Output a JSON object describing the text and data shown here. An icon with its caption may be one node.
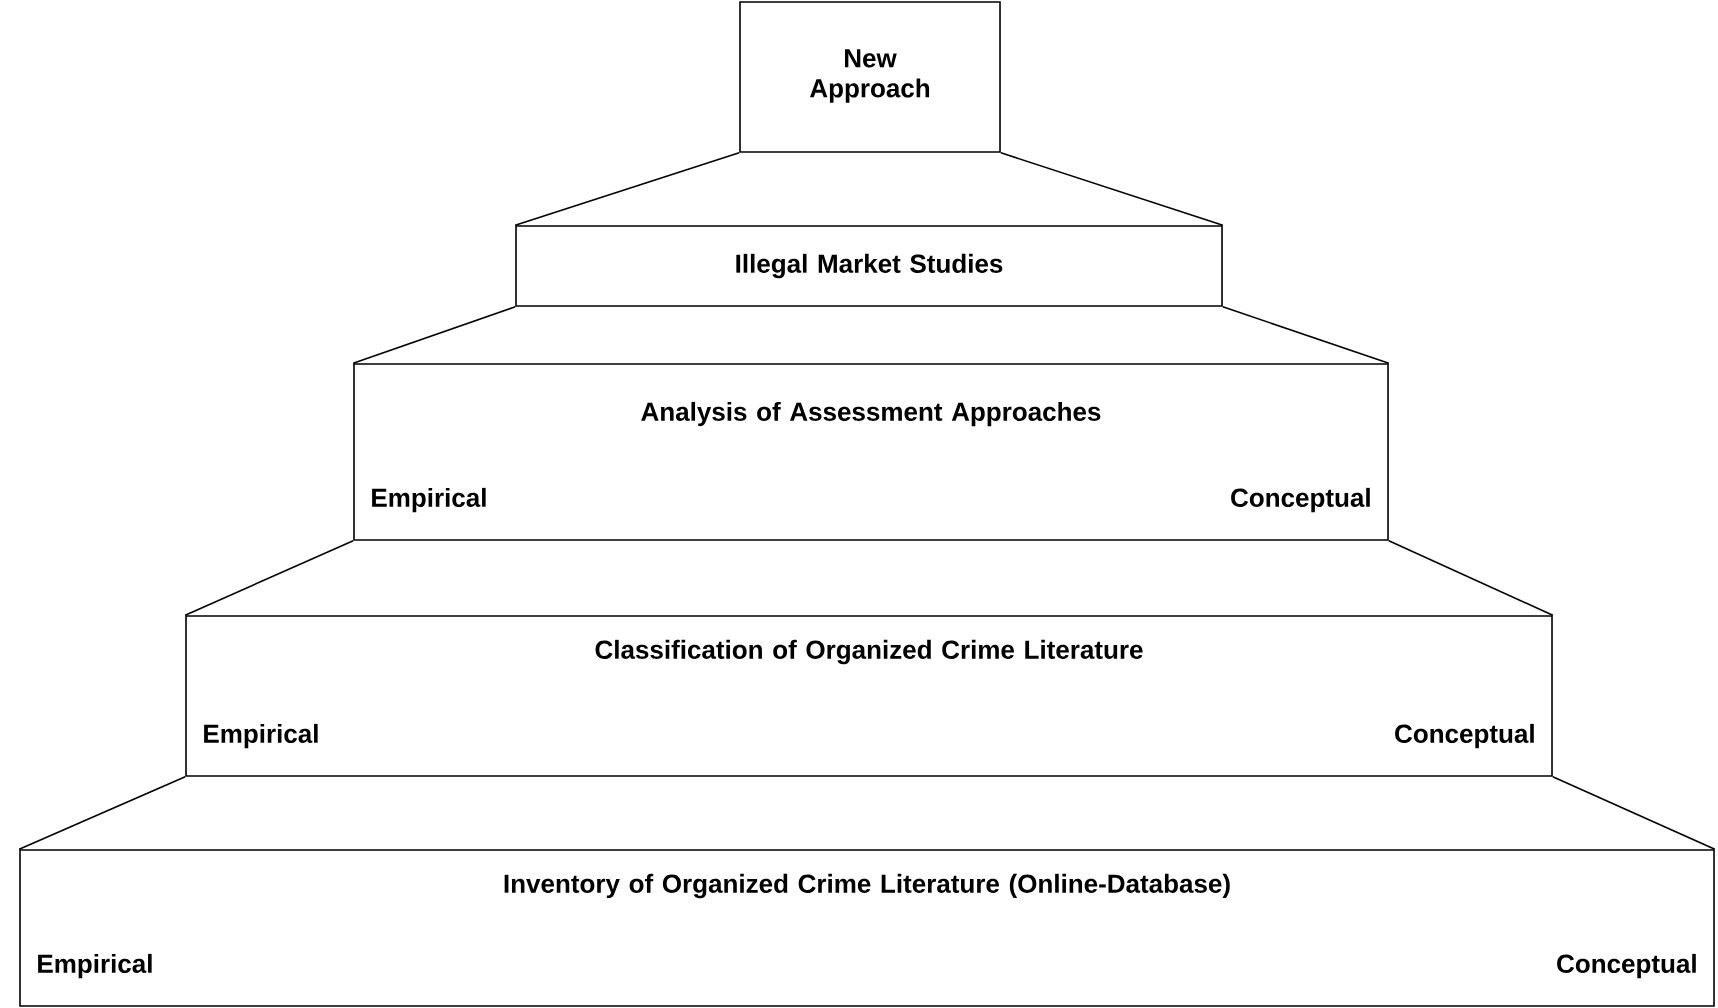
{
  "diagram": {
    "nodes": [
      {
        "text": [
          "New Approach"
        ]
      },
      {
        "text": [
          "Illegal Market Studies"
        ]
      },
      {
        "text": [
          "Analysis of Assessment Approaches",
          "Empirical",
          "Conceptual"
        ]
      },
      {
        "text": [
          "Classification of Organized Crime Literature",
          "Empirical",
          "Conceptual"
        ]
      },
      {
        "text": [
          "Inventory of Organized Crime Literature (Online-Database)",
          "Empirical",
          "Conceptual"
        ]
      }
    ],
    "edges": [
      {
        "from": 0,
        "to": 1,
        "arrow": "none"
      },
      {
        "from": 0,
        "to": 1,
        "arrow": "none"
      },
      {
        "from": 1,
        "to": 2,
        "arrow": "none"
      },
      {
        "from": 1,
        "to": 2,
        "arrow": "none"
      },
      {
        "from": 2,
        "to": 3,
        "arrow": "none"
      },
      {
        "from": 2,
        "to": 3,
        "arrow": "none"
      },
      {
        "from": 3,
        "to": 4,
        "arrow": "none"
      },
      {
        "from": 3,
        "to": 4,
        "arrow": "none"
      }
    ]
  }
}
